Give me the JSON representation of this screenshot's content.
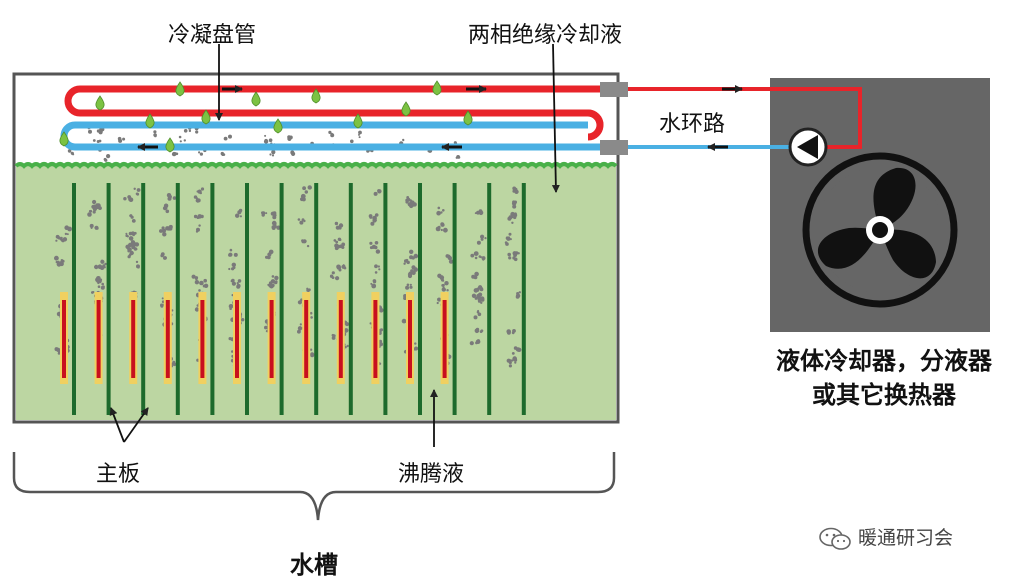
{
  "labels": {
    "condenser_coil": "冷凝盘管",
    "dielectric_coolant": "两相绝缘冷却液",
    "water_loop": "水环路",
    "cooler_line1": "液体冷却器，分液器",
    "cooler_line2": "或其它换热器",
    "mainboard": "主板",
    "boiling_liquid": "沸腾液",
    "tank": "水槽"
  },
  "watermark": {
    "icon": "wechat-icon",
    "text": "暖通研习会"
  },
  "colors": {
    "tank_border": "#555555",
    "coolant_fill": "#bcd6a2",
    "coolant_surface": "#49b049",
    "hot_pipe": "#e8242a",
    "cold_pipe": "#4ab0e3",
    "board": "#1d6a2c",
    "heater": "#c8101e",
    "heater_edge": "#f0d060",
    "droplet": "#7cc243",
    "bubble": "#7a7a7a",
    "cooler_box": "#666666"
  },
  "counts": {
    "mainboards": 14,
    "heated_boards": 12
  }
}
